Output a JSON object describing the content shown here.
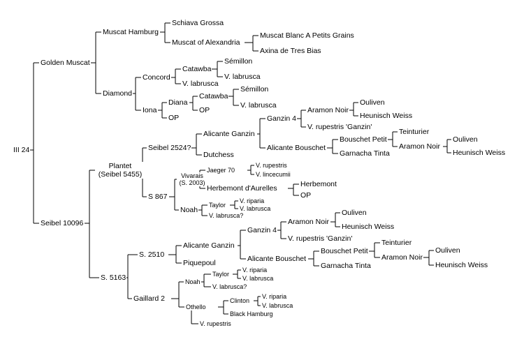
{
  "labels": {
    "root": "III 24",
    "golden_muscat": "Golden Muscat",
    "muscat_hamburg": "Muscat Hamburg",
    "schiava_grossa": "Schiava Grossa",
    "muscat_of_alexandria": "Muscat of Alexandria",
    "muscat_blanc": "Muscat Blanc A Petits Grains",
    "axina_de_tres_bias": "Axina de Tres Bias",
    "diamond": "Diamond",
    "concord": "Concord",
    "concord_catawba": "Catawba",
    "concord_catawba_semillon": "Sémillon",
    "concord_catawba_vlabrusca": "V. labrusca",
    "concord_vlabrusca": "V. labrusca",
    "iona": "Iona",
    "diana": "Diana",
    "diana_catawba": "Catawba",
    "diana_catawba_semillon": "Sémillon",
    "diana_catawba_vlabrusca": "V. labrusca",
    "diana_op": "OP",
    "iona_op": "OP",
    "seibel_10096": "Seibel 10096",
    "plantet_line1": "Plantet",
    "plantet_line2": "(Seibel 5455)",
    "seibel_2524": "Seibel 2524?",
    "alicante_ganzin_1": "Alicante Ganzin",
    "ganzin4_1": "Ganzin 4",
    "aramon_noir_1": "Aramon Noir",
    "ouliven_1": "Ouliven",
    "heunisch_weiss_1": "Heunisch Weiss",
    "vrupestris_ganzin_1": "V. rupestris 'Ganzin'",
    "alicante_bouschet_1": "Alicante Bouschet",
    "bouschet_petit_1": "Bouschet Petit",
    "teinturier_1": "Teinturier",
    "aramon_noir_2": "Aramon Noir",
    "ouliven_2": "Ouliven",
    "heunisch_weiss_2": "Heunisch Weiss",
    "garnacha_tinta_1": "Garnacha Tinta",
    "dutchess": "Dutchess",
    "s867": "S 867",
    "vivarais_line1": "Vivarais",
    "vivarais_line2": "(S. 2003)",
    "jaeger70": "Jaeger 70",
    "jaeger_vrupestris": "V. rupestris",
    "jaeger_vlincecumii": "V. lincecumii",
    "herbemont_daurelles": "Herbemont d'Aurelles",
    "herbemont": "Herbemont",
    "herbemont_op": "OP",
    "noah_1": "Noah",
    "taylor_1": "Taylor",
    "taylor1_vriparia": "V. riparia",
    "taylor1_vlabrusca": "V. labrusca",
    "noah1_vlabrusca": "V. labrusca?",
    "s5163": "S. 5163",
    "s2510": "S. 2510",
    "alicante_ganzin_2": "Alicante Ganzin",
    "ganzin4_2": "Ganzin 4",
    "aramon_noir_3": "Aramon Noir",
    "ouliven_3": "Ouliven",
    "heunisch_weiss_3": "Heunisch Weiss",
    "vrupestris_ganzin_2": "V. rupestris 'Ganzin'",
    "alicante_bouschet_2": "Alicante Bouschet",
    "bouschet_petit_2": "Bouschet Petit",
    "teinturier_2": "Teinturier",
    "aramon_noir_4": "Aramon Noir",
    "ouliven_4": "Ouliven",
    "heunisch_weiss_4": "Heunisch Weiss",
    "garnacha_tinta_2": "Garnacha Tinta",
    "piquepoul": "Piquepoul",
    "gaillard2": "Gaillard 2",
    "noah_2": "Noah",
    "taylor_2": "Taylor",
    "taylor2_vriparia": "V. riparia",
    "taylor2_vlabrusca": "V. labrusca",
    "noah2_vlabrusca": "V. labrusca?",
    "othello": "Othello",
    "clinton": "Clinton",
    "clinton_vriparia": "V. riparia",
    "clinton_vlabrusca": "V. labrusca",
    "black_hamburg": "Black Hamburg",
    "gaillard_vrupestris": "V. rupestris"
  }
}
